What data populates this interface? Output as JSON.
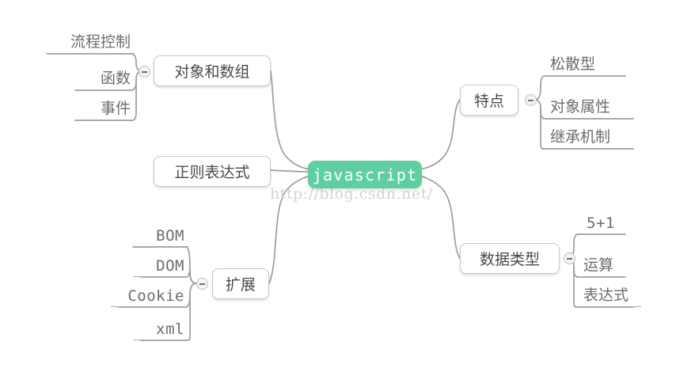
{
  "diagram": {
    "type": "mind-map",
    "background_color": "#ffffff",
    "root": {
      "label": "javascript",
      "fill_color": "#5fcfa1",
      "text_color": "#ffffff"
    },
    "watermark": "http://blog.csdn.net/",
    "branches": [
      {
        "id": "objects-arrays",
        "label": "对象和数组",
        "side": "left",
        "toggle": "collapse-minus",
        "children": [
          "流程控制",
          "函数",
          "事件"
        ]
      },
      {
        "id": "regex",
        "label": "正则表达式",
        "side": "left",
        "toggle": null,
        "children": []
      },
      {
        "id": "extensions",
        "label": "扩展",
        "side": "left",
        "toggle": "collapse-minus",
        "children": [
          "BOM",
          "DOM",
          "Cookie",
          "xml"
        ]
      },
      {
        "id": "features",
        "label": "特点",
        "side": "right",
        "toggle": "collapse-minus",
        "children": [
          "松散型",
          "对象属性",
          "继承机制"
        ]
      },
      {
        "id": "data-types",
        "label": "数据类型",
        "side": "right",
        "toggle": "collapse-minus",
        "children": [
          "5+1",
          "运算",
          "表达式"
        ]
      }
    ],
    "leaves": {
      "flow_control": "流程控制",
      "function": "函数",
      "event": "事件",
      "bom": "BOM",
      "dom": "DOM",
      "cookie": "Cookie",
      "xml": "xml",
      "loose_type": "松散型",
      "object_property": "对象属性",
      "inheritance": "继承机制",
      "five_plus_one": "5+1",
      "operation": "运算",
      "expression": "表达式"
    },
    "colors": {
      "root_fill": "#5fcfa1",
      "node_border": "#c6c9cc",
      "node_text": "#4a4a4a",
      "leaf_text": "#6a6d70",
      "connector": "#9a9d9f",
      "watermark": "#d9d2cd"
    }
  }
}
